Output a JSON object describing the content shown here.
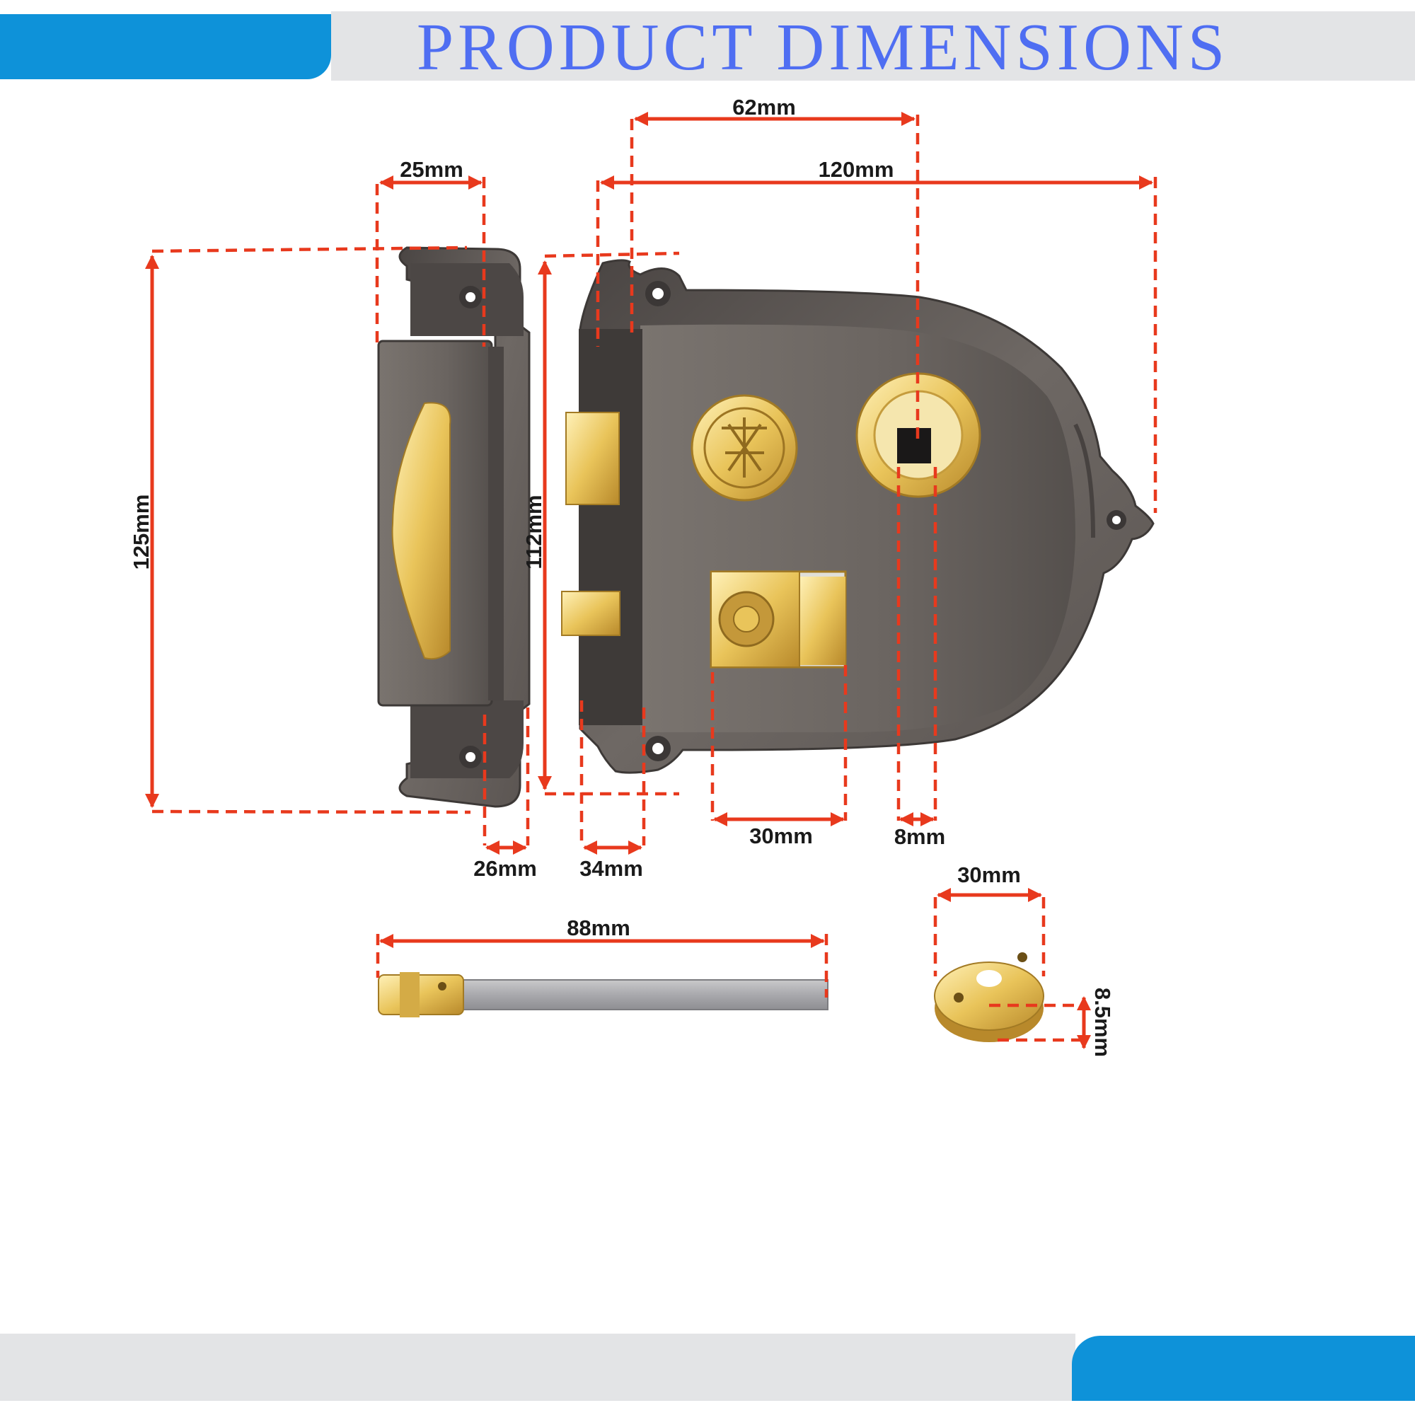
{
  "header": {
    "title": "PRODUCT  DIMENSIONS"
  },
  "colors": {
    "accent_blue": "#0e92d9",
    "title_blue": "#4f6ef2",
    "dimension_red": "#e8391d",
    "band_grey": "#e3e4e6",
    "iron": "#5c5753",
    "brass": "#e9c45a"
  },
  "dimensions": {
    "keep_height": "125mm",
    "keep_width": "25mm",
    "keep_depth": "26mm",
    "lock_height": "112mm",
    "lock_width": "120mm",
    "spindle_offset": "62mm",
    "lock_depth": "34mm",
    "knob_base_width": "30mm",
    "spindle_hole": "8mm",
    "spindle_length": "88mm",
    "rose_diameter": "30mm",
    "rose_thickness": "8.5mm"
  },
  "icons": {
    "keep": "rim-keep-icon",
    "lock": "rim-lock-body-icon",
    "spindle": "spindle-icon",
    "rose": "rose-icon"
  }
}
